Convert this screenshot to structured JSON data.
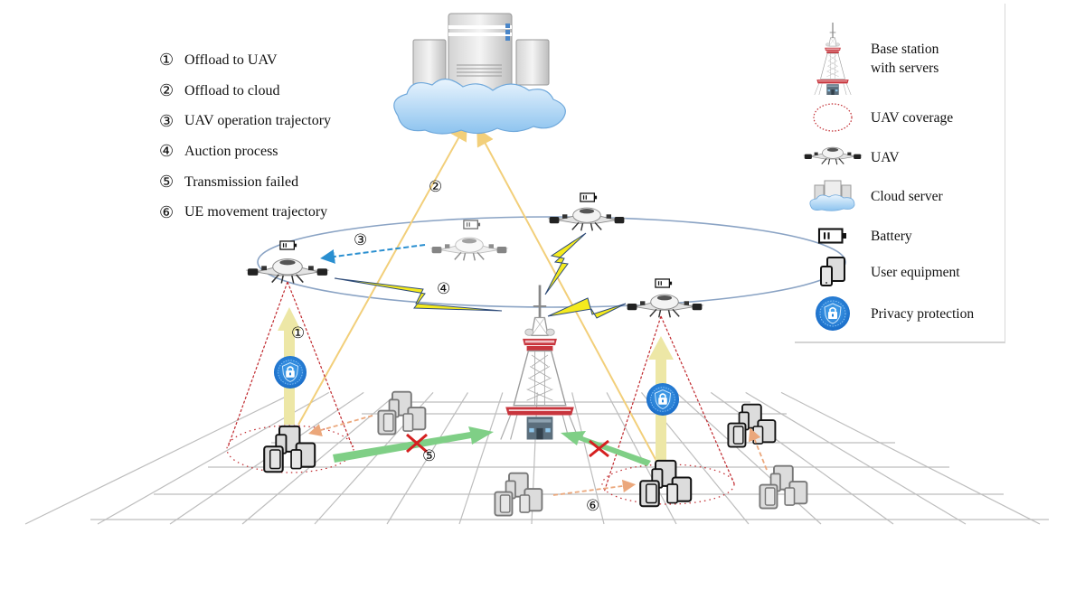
{
  "figure": {
    "title": "UAV-assisted edge offloading system model"
  },
  "steps": [
    {
      "num": "①",
      "label": "Offload to UAV"
    },
    {
      "num": "②",
      "label": "Offload to cloud"
    },
    {
      "num": "③",
      "label": "UAV operation trajectory"
    },
    {
      "num": "④",
      "label": "Auction process"
    },
    {
      "num": "⑤",
      "label": "Transmission failed"
    },
    {
      "num": "⑥",
      "label": "UE movement trajectory"
    }
  ],
  "legend": {
    "items": [
      {
        "icon": "base-station-icon",
        "label": "Base station\n with servers"
      },
      {
        "icon": "uav-coverage-icon",
        "label": "UAV coverage"
      },
      {
        "icon": "uav-icon",
        "label": "UAV"
      },
      {
        "icon": "cloud-server-icon",
        "label": "Cloud server"
      },
      {
        "icon": "battery-icon",
        "label": "Battery"
      },
      {
        "icon": "user-equipment-icon",
        "label": "User equipment"
      },
      {
        "icon": "privacy-protection-icon",
        "label": "Privacy protection"
      }
    ]
  },
  "annotations": {
    "offload_uav": "①",
    "offload_cloud": "②",
    "uav_trajectory": "③",
    "auction": "④",
    "tx_failed": "⑤",
    "ue_movement": "⑥"
  },
  "colors": {
    "offload_arrow": "#ede7a6",
    "cloud_link": "#f2cf7a",
    "trajectory_ellipse": "#8aa3c4",
    "uav_trajectory_arrow": "#2a8fd0",
    "lightning": "#f5ea1e",
    "coverage": "#c0282d",
    "fail_arrow": "#7fcf86",
    "fail_cross": "#d52020",
    "ue_move": "#eba77b",
    "privacy": "#1d7fd8",
    "tower_red": "#c8353d",
    "grid": "#b9b9b9"
  }
}
